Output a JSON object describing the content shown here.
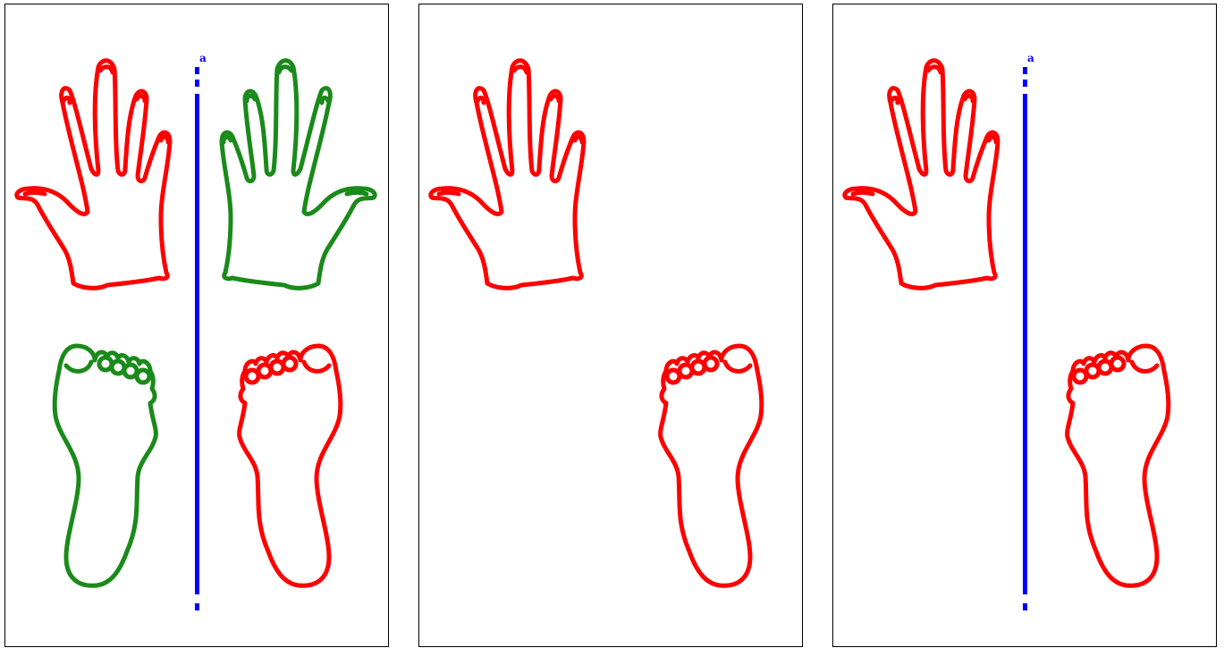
{
  "colors": {
    "red": "#ff0000",
    "green": "#1a8a1a",
    "blue": "#0000ff",
    "border": "#000000"
  },
  "midline_label": "a",
  "panels": [
    {
      "name": "panel-left",
      "midline": true,
      "parts": [
        {
          "part": "right-hand",
          "color": "red"
        },
        {
          "part": "left-hand",
          "color": "green"
        },
        {
          "part": "left-foot",
          "color": "green"
        },
        {
          "part": "right-foot",
          "color": "red"
        }
      ]
    },
    {
      "name": "panel-middle",
      "midline": false,
      "parts": [
        {
          "part": "right-hand",
          "color": "red"
        },
        {
          "part": "right-foot",
          "color": "red"
        }
      ]
    },
    {
      "name": "panel-right",
      "midline": true,
      "parts": [
        {
          "part": "right-hand",
          "color": "red"
        },
        {
          "part": "right-foot",
          "color": "red"
        }
      ]
    }
  ]
}
